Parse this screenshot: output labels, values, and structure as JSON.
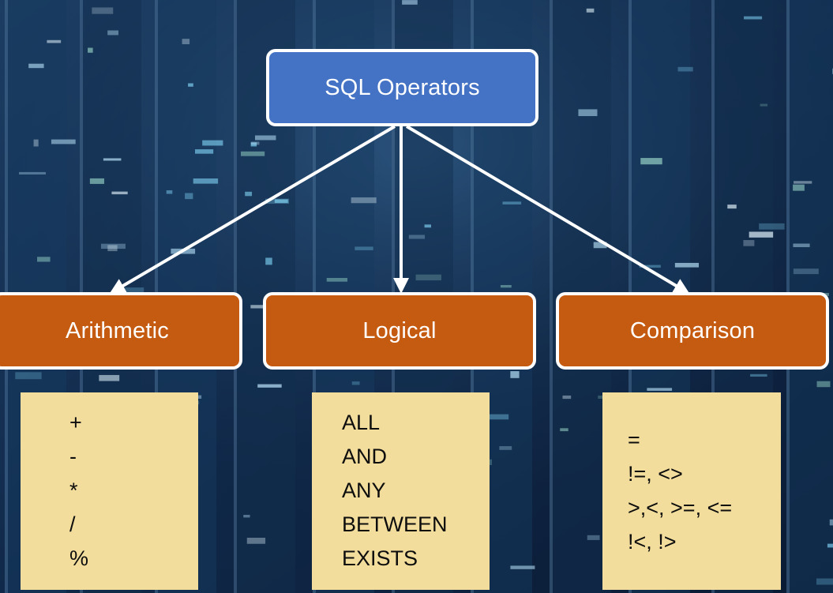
{
  "root": {
    "label": "SQL Operators"
  },
  "categories": [
    {
      "id": "arithmetic",
      "label": "Arithmetic",
      "operators": [
        "+",
        "-",
        "*",
        "/",
        "%"
      ]
    },
    {
      "id": "logical",
      "label": "Logical",
      "operators": [
        "ALL",
        "AND",
        "ANY",
        "BETWEEN",
        "EXISTS"
      ]
    },
    {
      "id": "comparison",
      "label": "Comparison",
      "operators": [
        "=",
        "!=, <>",
        ">,<, >=, <=",
        "!<, !>"
      ]
    }
  ],
  "colors": {
    "root_fill": "#4472c4",
    "category_fill": "#c55a11",
    "list_fill": "#f2dd9c",
    "outline": "#ffffff",
    "background": "#0b1f3a"
  }
}
